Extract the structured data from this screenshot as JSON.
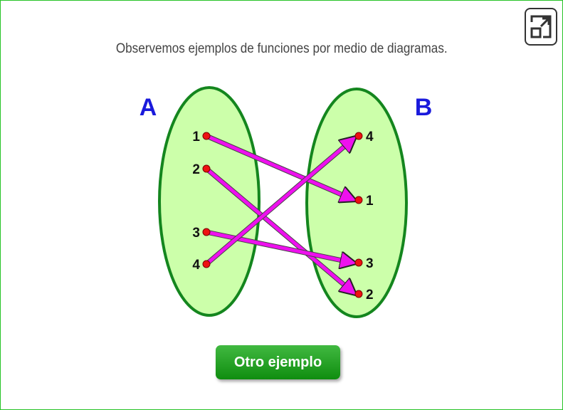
{
  "intro_text": "Observemos ejemplos de funciones por medio de diagramas.",
  "set_a": {
    "name": "A",
    "elements": [
      "1",
      "2",
      "3",
      "4"
    ]
  },
  "set_b": {
    "name": "B",
    "elements": [
      "4",
      "1",
      "3",
      "2"
    ]
  },
  "mapping": [
    {
      "from": "1",
      "to": "1"
    },
    {
      "from": "2",
      "to": "2"
    },
    {
      "from": "3",
      "to": "3"
    },
    {
      "from": "4",
      "to": "4"
    }
  ],
  "button_label": "Otro ejemplo",
  "icons": {
    "fullscreen": "expand-icon"
  },
  "colors": {
    "ellipse_fill": "#ccffaa",
    "ellipse_stroke": "#14861e",
    "arrow": "#ee10ee",
    "set_label": "#1a1adc",
    "point": "#ee1111",
    "button": "#1aa01a",
    "frame": "#27c427"
  }
}
